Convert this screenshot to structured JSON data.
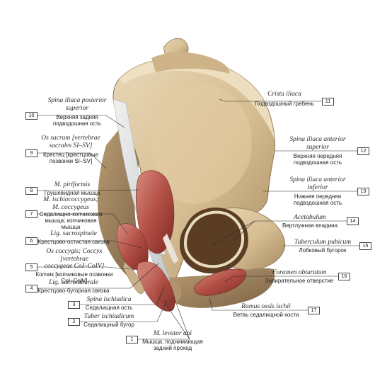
{
  "labels": [
    {
      "n": "1",
      "latin": "M. levator ani",
      "russian": "Мышца, поднимающая\nзадний проход"
    },
    {
      "n": "2",
      "latin": "Tuber ischiadicum",
      "russian": "Седалищный бугор"
    },
    {
      "n": "3",
      "latin": "Spina ischiadica",
      "russian": "Седалищная ость"
    },
    {
      "n": "4",
      "latin": "Lig. sacrotuberale",
      "russian": "Крестцово-бугорная связка"
    },
    {
      "n": "5",
      "latin": "Os coccygis; Coccyx [vertebrae\ncoccygeae CoI–CoIV]",
      "russian": "Копчик [копчиковые позвонки\nCoI–CoIV]"
    },
    {
      "n": "6",
      "latin": "Lig. sacrospinale",
      "russian": "Крестцово-остистая связка"
    },
    {
      "n": "7",
      "latin": "M. ischiococcygeus;\nM. coccygeus",
      "russian": "Седалищно-копчиковая\nмышца; копчиковая\nмышца"
    },
    {
      "n": "8",
      "latin": "M. piriformis",
      "russian": "Грушевидная мышца"
    },
    {
      "n": "9",
      "latin": "Os sacrum [vertebrae\nsacrales SI–SV]",
      "russian": "Крестец [крестцовые\nпозвонки SI–SV]"
    },
    {
      "n": "10",
      "latin": "Spina iliaca posterior\nsuperior",
      "russian": "Верхняя задняя\nподвздошная ость"
    },
    {
      "n": "11",
      "latin": "Crista iliaca",
      "russian": "Подвздошный гребень"
    },
    {
      "n": "12",
      "latin": "Spina iliaca anterior\nsuperior",
      "russian": "Верхняя передняя\nподвздошная ость"
    },
    {
      "n": "13",
      "latin": "Spina iliaca anterior\ninferior",
      "russian": "Нижняя передняя\nподвздошная ость"
    },
    {
      "n": "14",
      "latin": "Acetabulum",
      "russian": "Вертлужная впадина"
    },
    {
      "n": "15",
      "latin": "Tuberculum pubicum",
      "russian": "Лобковый бугорок"
    },
    {
      "n": "16",
      "latin": "Foramen obturatum",
      "russian": "Запирательное отверстие"
    },
    {
      "n": "17",
      "latin": "Ramus ossis ischii",
      "russian": "Ветвь седалищной кости"
    }
  ]
}
